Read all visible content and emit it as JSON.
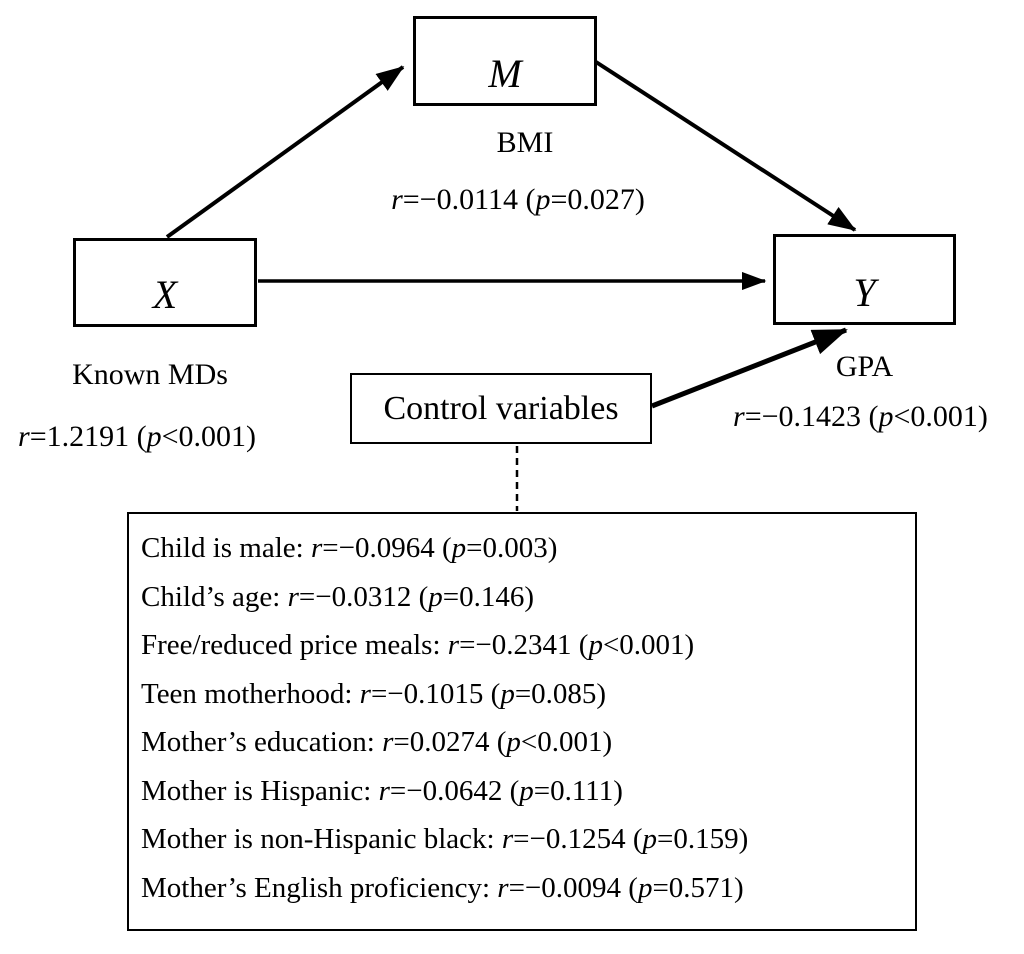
{
  "figure": {
    "background": "#ffffff",
    "stroke_color": "#000000",
    "type": "mediation-path-diagram"
  },
  "boxes": {
    "m": {
      "letter": "M",
      "caption": "BMI"
    },
    "x": {
      "letter": "X",
      "caption": "Known MDs"
    },
    "y": {
      "letter": "Y",
      "caption": "GPA"
    },
    "control": {
      "label": "Control variables"
    }
  },
  "stats": {
    "m": {
      "r_sym": "r",
      "mid": "=−0.0114 (",
      "p_sym": "p",
      "end": "=0.027)"
    },
    "x": {
      "r_sym": "r",
      "mid": "=1.2191 (",
      "p_sym": "p",
      "end": "<0.001)"
    },
    "y": {
      "r_sym": "r",
      "mid": "=−0.1423 (",
      "p_sym": "p",
      "end": "<0.001)"
    }
  },
  "control_list": {
    "items": [
      {
        "label": "Child is male: ",
        "r_sym": "r",
        "mid": "=−0.0964 (",
        "p_sym": "p",
        "end": "=0.003)"
      },
      {
        "label": "Child’s age: ",
        "r_sym": "r",
        "mid": "=−0.0312 (",
        "p_sym": "p",
        "end": "=0.146)"
      },
      {
        "label": "Free/reduced price meals: ",
        "r_sym": "r",
        "mid": "=−0.2341 (",
        "p_sym": "p",
        "end": "<0.001)"
      },
      {
        "label": "Teen motherhood: ",
        "r_sym": "r",
        "mid": "=−0.1015 (",
        "p_sym": "p",
        "end": "=0.085)"
      },
      {
        "label": "Mother’s education: ",
        "r_sym": "r",
        "mid": "=0.0274 (",
        "p_sym": "p",
        "end": "<0.001)"
      },
      {
        "label": "Mother is Hispanic: ",
        "r_sym": "r",
        "mid": "=−0.0642 (",
        "p_sym": "p",
        "end": "=0.111)"
      },
      {
        "label": "Mother is non-Hispanic black: ",
        "r_sym": "r",
        "mid": "=−0.1254 (",
        "p_sym": "p",
        "end": "=0.159)"
      },
      {
        "label": "Mother’s English proficiency: ",
        "r_sym": "r",
        "mid": "=−0.0094 (",
        "p_sym": "p",
        "end": "=0.571)"
      }
    ]
  }
}
